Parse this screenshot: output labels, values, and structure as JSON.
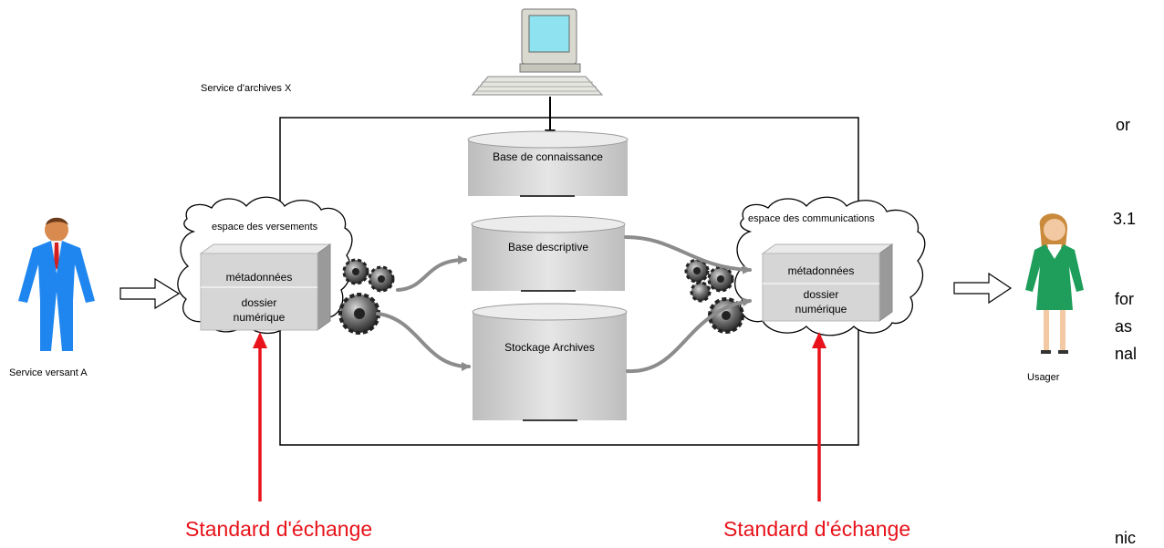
{
  "archive_service": {
    "label": "Service d'archives X"
  },
  "databases": {
    "knowledge": "Base de connaissance",
    "descriptive": "Base descriptive",
    "storage": "Stockage Archives"
  },
  "spaces": {
    "deposit": {
      "title": "espace des versements",
      "metadata": "métadonnées",
      "folder_line1": "dossier",
      "folder_line2": "numérique"
    },
    "communication": {
      "title": "espace des communications",
      "metadata": "métadonnées",
      "folder_line1": "dossier",
      "folder_line2": "numérique"
    }
  },
  "actors": {
    "depositor": "Service versant A",
    "user": "Usager"
  },
  "exchange_standard": {
    "left": "Standard d'échange",
    "right": "Standard d'échange"
  },
  "background_text_fragments": [
    "or",
    "3.1",
    "for",
    "as",
    "nal",
    "nic"
  ],
  "colors": {
    "red_accent": "#e8131b",
    "man_suit": "#1f86f0",
    "woman_suit": "#1f9e5b",
    "cylinder_fill": "#d4d4d4",
    "arrow_gray": "#8c8c8c"
  }
}
